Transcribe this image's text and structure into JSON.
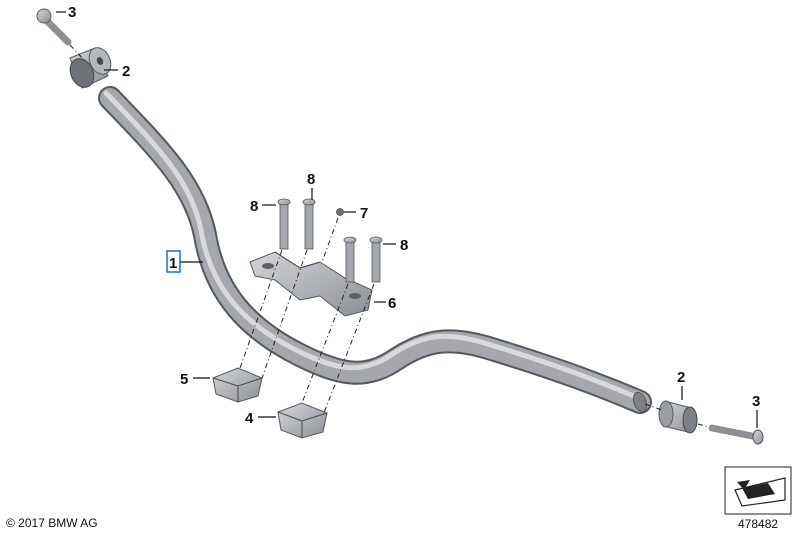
{
  "parts": {
    "p1": "1",
    "p2a": "2",
    "p2b": "2",
    "p3a": "3",
    "p3b": "3",
    "p4": "4",
    "p5": "5",
    "p6": "6",
    "p7": "7",
    "p8a": "8",
    "p8b": "8",
    "p8c": "8"
  },
  "footer": {
    "copyright": "© 2017 BMW AG",
    "diagram_number": "478482"
  },
  "colors": {
    "bar": "#9a9da2",
    "part": "#b4b7bb",
    "highlight": "#1f6fd0"
  }
}
